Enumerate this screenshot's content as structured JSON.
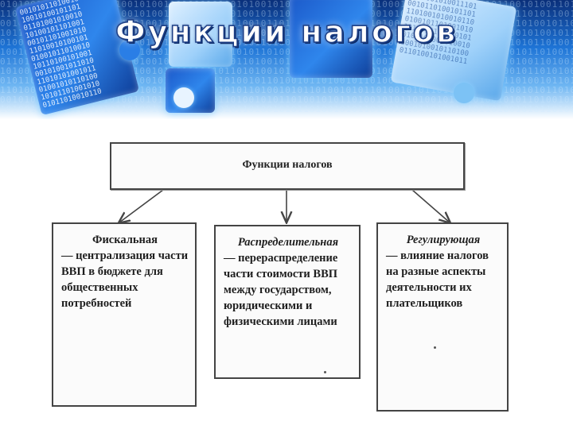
{
  "slide": {
    "title": "Функции налогов"
  },
  "diagram": {
    "root": {
      "label": "Функции налогов"
    },
    "functions": [
      {
        "heading": "Фискальная",
        "description": "— централизация части ВВП в бюджете для общественных потребностей"
      },
      {
        "heading": "Распределительная",
        "description": "— перераспределение части стоимости ВВП между государством, юридическими и физическими лицами"
      },
      {
        "heading": "Регулирующая",
        "description": "— влияние налогов на разные аспекты деятельности их плательщиков"
      }
    ]
  },
  "colors": {
    "banner_dark": "#0a2f7a",
    "banner_light": "#6fb6f2",
    "box_border": "#444444",
    "text": "#1e1e1e"
  },
  "icons": {
    "puzzle": "puzzle-piece-icon",
    "arrow": "arrow-down-icon"
  }
}
